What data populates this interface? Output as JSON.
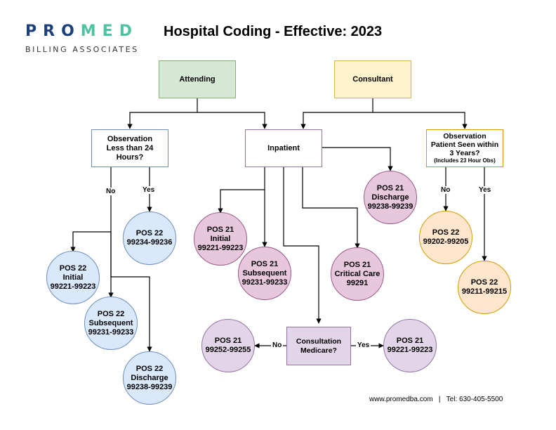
{
  "logo": {
    "word_a": "PRO",
    "word_b": "MED",
    "subtitle": "BILLING ASSOCIATES"
  },
  "title": "Hospital Coding - Effective: 2023",
  "boxes": {
    "attending": "Attending",
    "consultant": "Consultant",
    "observation_lt24": "Observation\nLess than 24\nHours?",
    "inpatient": "Inpatient",
    "observation_seen": "Observation\nPatient Seen within\n3 Years?",
    "observation_seen_note": "(Includes 23 Hour Obs)",
    "consultation": "Consultation\nMedicare?"
  },
  "labels": {
    "no_left": "No",
    "yes_left": "Yes",
    "no_right": "No",
    "yes_right": "Yes",
    "no_consult": "No",
    "yes_consult": "Yes"
  },
  "nodes": {
    "pos22_99234": "POS 22\n99234-99236",
    "pos22_initial": "POS 22\nInitial\n99221-99223",
    "pos22_subsequent": "POS 22\nSubsequent\n99231-99233",
    "pos22_discharge": "POS 22\nDischarge\n99238-99239",
    "pos21_initial": "POS 21\nInitial\n99221-99223",
    "pos21_subsequent": "POS 21\nSubsequent\n99231-99233",
    "pos21_critical": "POS 21\nCritical Care\n99291",
    "pos21_discharge": "POS 21\nDischarge\n99238-99239",
    "pos21_consult_no": "POS 21\n99252-99255",
    "pos21_consult_yes": "POS 21\n99221-99223",
    "pos22_99202": "POS 22\n99202-99205",
    "pos22_99211": "POS 22\n99211-99215"
  },
  "footer": "www.promedba.com   |   Tel: 630-405-5500"
}
